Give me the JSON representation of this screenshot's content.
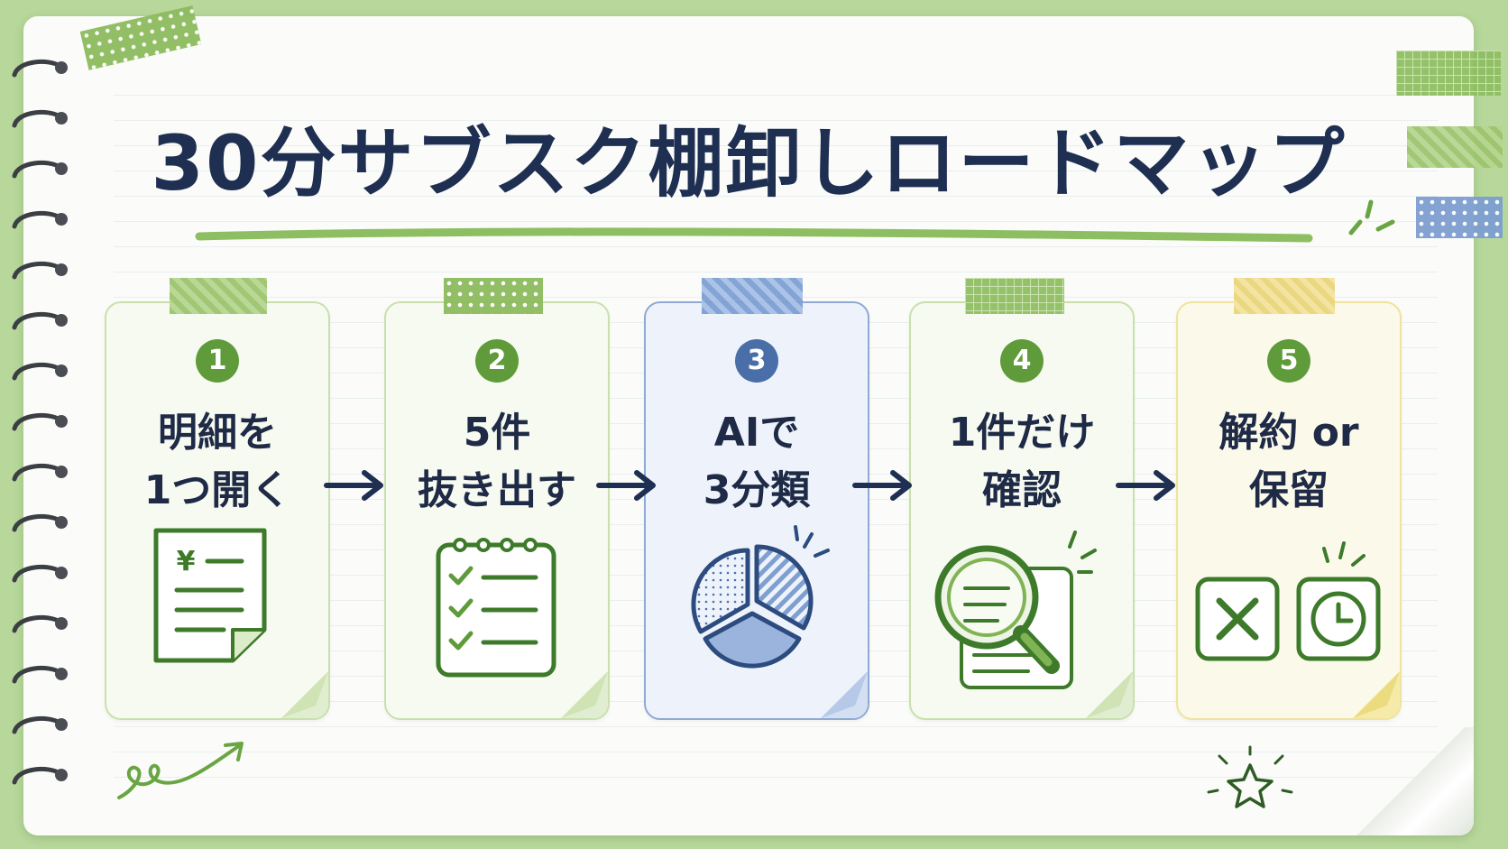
{
  "title": "30分サブスク棚卸しロードマップ",
  "steps": [
    {
      "number": "1",
      "text": "明細を\n1つ開く",
      "icon": "receipt-icon",
      "icon_text": "¥"
    },
    {
      "number": "2",
      "text": "5件\n抜き出す",
      "icon": "checklist-icon"
    },
    {
      "number": "3",
      "text": "AIで\n3分類",
      "icon": "pie-chart-icon"
    },
    {
      "number": "4",
      "text": "1件だけ\n確認",
      "icon": "magnifier-icon"
    },
    {
      "number": "5",
      "text": "解約 or\n保留",
      "icon": "cancel-or-hold-icons"
    }
  ],
  "colors": {
    "green": "#5f9b3a",
    "blue": "#4a6ea8",
    "yellow": "#e8d67a",
    "navy": "#1e2f52"
  }
}
